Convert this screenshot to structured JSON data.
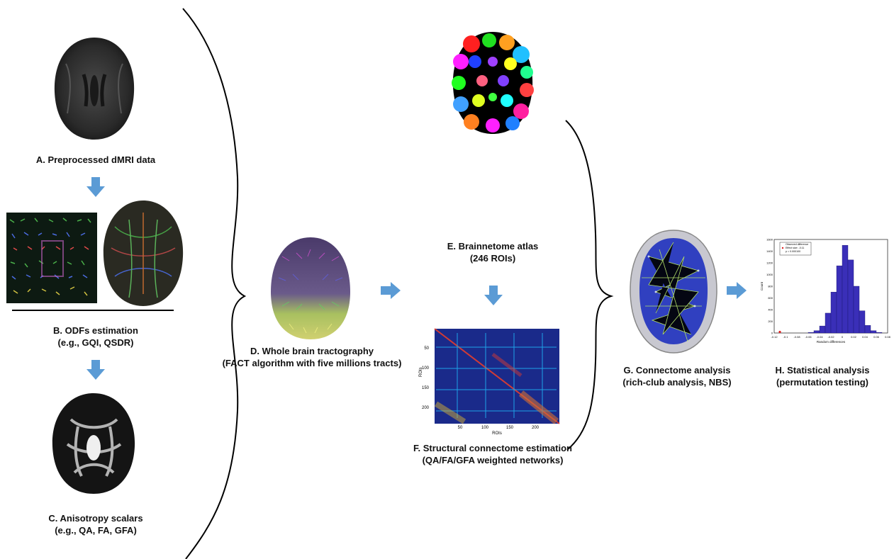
{
  "captions": {
    "a": "A. Preprocessed dMRI data",
    "b1": "B. ODFs estimation",
    "b2": "(e.g., GQI, QSDR)",
    "c1": "C. Anisotropy scalars",
    "c2": "(e.g., QA, FA, GFA)",
    "d1": "D. Whole brain tractography",
    "d2": "(FACT algorithm with five millions tracts)",
    "e1": "E. Brainnetome atlas",
    "e2": "(246 ROIs)",
    "f1": "F. Structural connectome estimation",
    "f2": "(QA/FA/GFA weighted networks)",
    "g1": "G. Connectome analysis",
    "g2": "(rich-club analysis, NBS)",
    "h1": "H. Statistical analysis",
    "h2": "(permutation testing)"
  },
  "matrix": {
    "ylabel": "ROIs",
    "xlabel": "ROIs",
    "yticks": [
      "50",
      "100",
      "150",
      "200"
    ],
    "xticks": [
      "50",
      "100",
      "150",
      "200"
    ]
  },
  "colors": {
    "arrow": "#5b9bd5",
    "histogram_bar": "#3a2fb8",
    "matrix_bg": "#1a2a8a"
  },
  "chart_data": {
    "type": "bar",
    "xlabel": "Random differences",
    "ylabel": "Count",
    "xticks": [
      "-0.12",
      "-0.1",
      "-0.08",
      "-0.06",
      "-0.04",
      "-0.02",
      "0",
      "0.02",
      "0.04",
      "0.06",
      "0.08"
    ],
    "yticks": [
      "0",
      "200",
      "400",
      "600",
      "800",
      "1000",
      "1200",
      "1400",
      "1600"
    ],
    "ylim": [
      0,
      1600
    ],
    "xlim": [
      -0.12,
      0.08
    ],
    "bin_centers": [
      -0.055,
      -0.045,
      -0.035,
      -0.025,
      -0.015,
      -0.005,
      0.005,
      0.015,
      0.025,
      0.035,
      0.045,
      0.055,
      0.065
    ],
    "values": [
      10,
      40,
      120,
      340,
      700,
      1150,
      1500,
      1250,
      800,
      380,
      130,
      40,
      10
    ],
    "legend": [
      "Observed difference",
      "Effect size: -0.11",
      "p = 0.000100"
    ],
    "observed_value": -0.11
  }
}
